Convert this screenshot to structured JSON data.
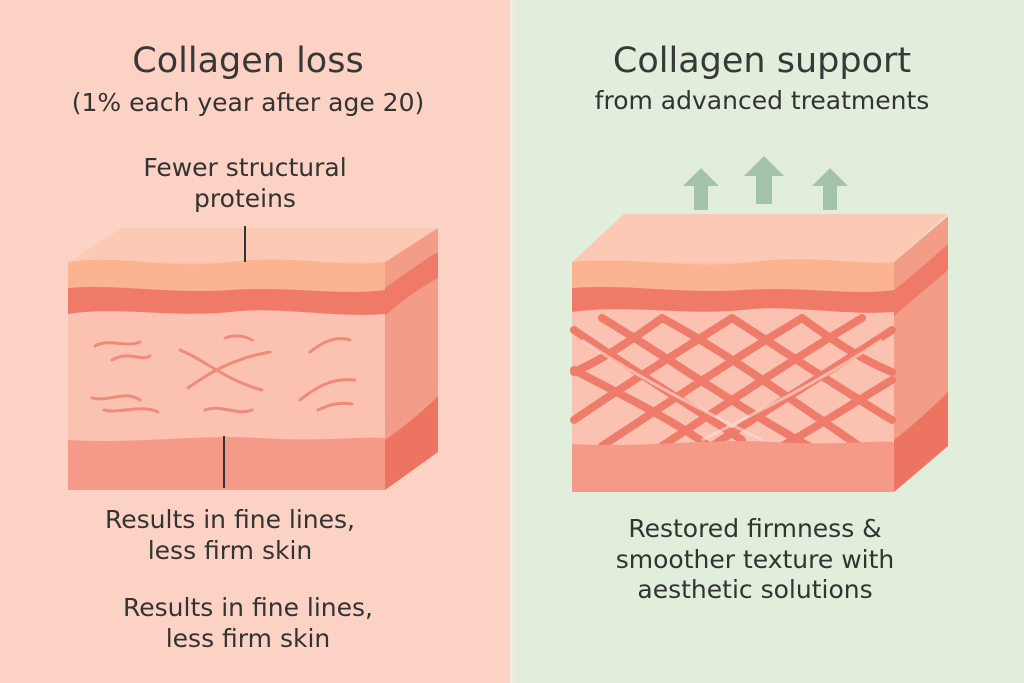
{
  "left": {
    "title": "Collagen loss",
    "subtitle": "(1% each year after age 20)",
    "top_label": "Fewer structural proteins",
    "bottom_label_1": "Results in fine lines, less firm skin",
    "bottom_label_2": "Results in fine lines, less firm skin"
  },
  "right": {
    "title": "Collagen support",
    "subtitle": "from advanced treatments",
    "bottom_label": "Restored firmness & smoother texture with aesthetic solutions"
  },
  "colors": {
    "left_background": "#fcd2c4",
    "right_background": "#e1eedb",
    "epidermis": "#fbbf9f",
    "dermis": "#f7b3a3",
    "collagen_band": "#f07a68",
    "arrow": "#9ebfa6"
  }
}
